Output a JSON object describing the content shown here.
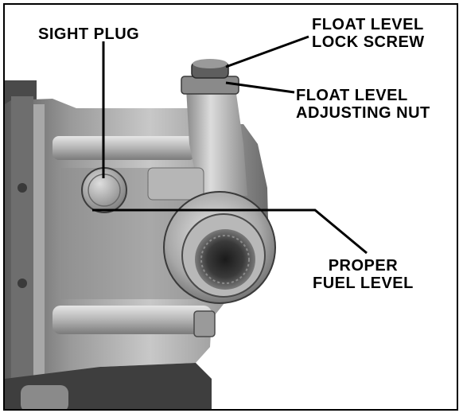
{
  "labels": {
    "sight_plug": "SIGHT PLUG",
    "lock_screw": [
      "FLOAT LEVEL",
      "LOCK SCREW"
    ],
    "adjusting_nut": [
      "FLOAT LEVEL",
      "ADJUSTING NUT"
    ],
    "fuel_level": [
      "PROPER",
      "FUEL LEVEL"
    ]
  }
}
